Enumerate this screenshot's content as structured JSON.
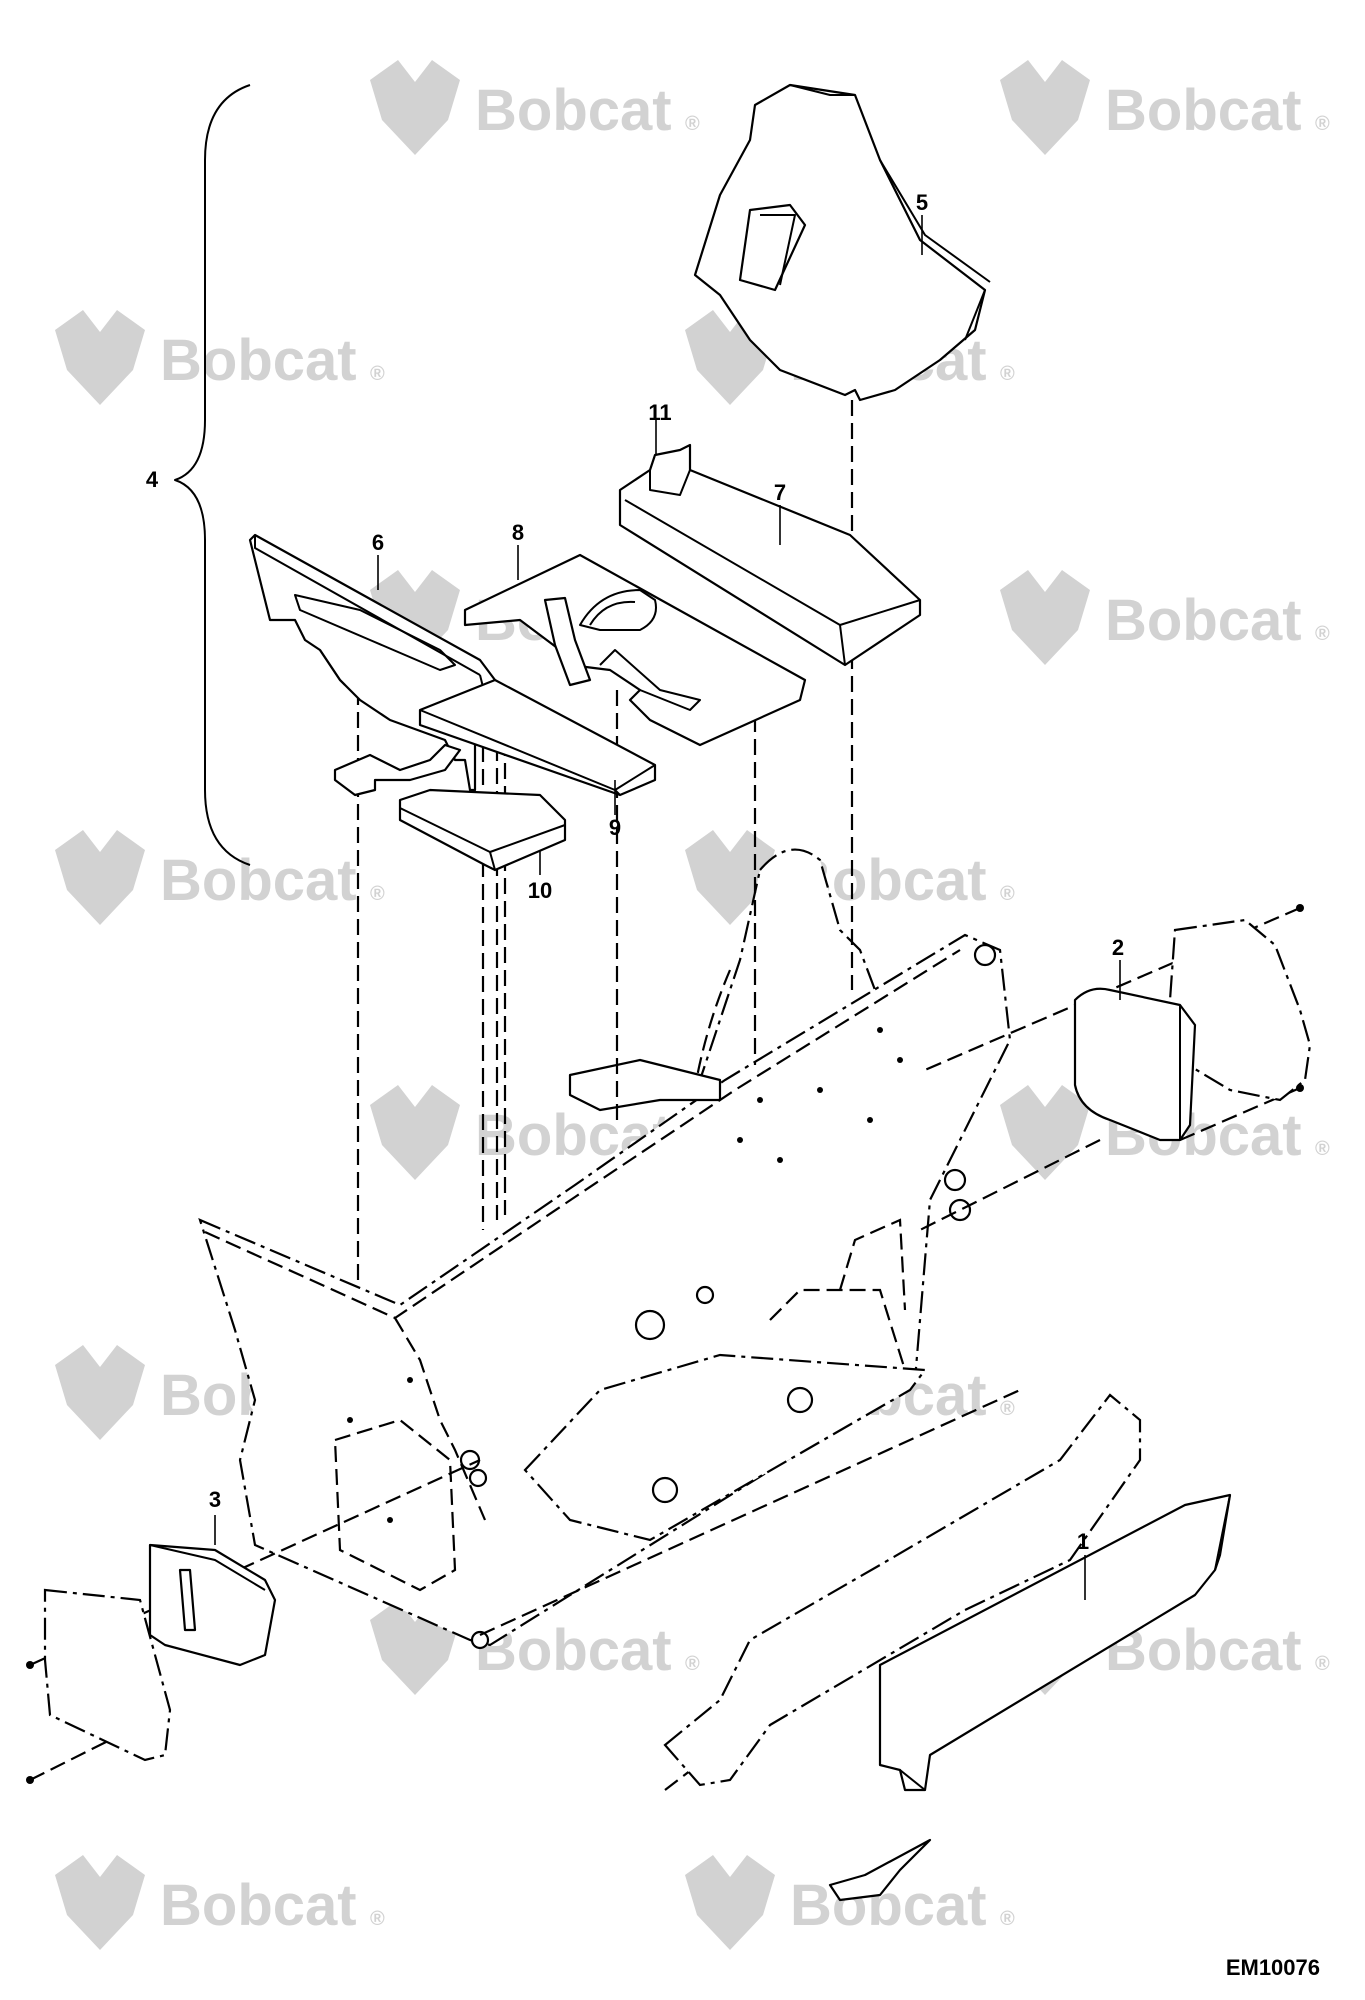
{
  "watermark": {
    "brand": "Bobcat",
    "registered": "®",
    "color": "#d2d2d2"
  },
  "drawing_id": "EM10076",
  "callouts": [
    "1",
    "2",
    "3",
    "4",
    "5",
    "6",
    "7",
    "8",
    "9",
    "10",
    "11"
  ]
}
